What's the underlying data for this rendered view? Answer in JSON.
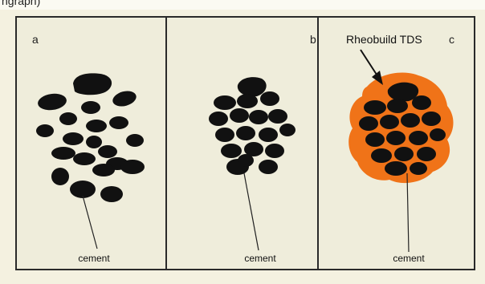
{
  "header": {
    "fragment": "ngraph)"
  },
  "panels": [
    {
      "letter": "a",
      "caption": "cement",
      "colors": {
        "grain": "#111111"
      }
    },
    {
      "letter": "b",
      "caption": "cement",
      "colors": {
        "grain": "#111111"
      }
    },
    {
      "letter": "c",
      "caption": "cement",
      "annotation": "Rheobuild TDS",
      "colors": {
        "grain": "#111111",
        "coating": "#f07318"
      }
    }
  ]
}
